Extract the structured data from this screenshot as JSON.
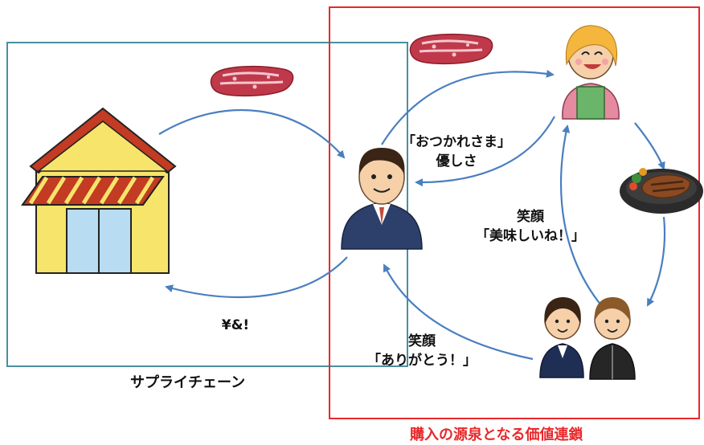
{
  "labels": {
    "thanks_line1": "「おつかれさま」",
    "thanks_line2": "優しさ",
    "smile1_line1": "笑顔",
    "smile1_line2": "「美味しいね！」",
    "smile2_line1": "笑顔",
    "smile2_line2": "「ありがとう！」",
    "money": "¥&!",
    "supply_chain": "サプライチェーン",
    "value_chain": "購入の源泉となる価値連鎖"
  },
  "colors": {
    "supply_box": "#4a8fa0",
    "value_box": "#e8282a",
    "arrow": "#4a7fbf",
    "value_caption": "#e8282a"
  },
  "icons": [
    "meat-icon",
    "shop-icon",
    "businessman-icon",
    "mother-icon",
    "steak-plate-icon",
    "children-icon"
  ]
}
